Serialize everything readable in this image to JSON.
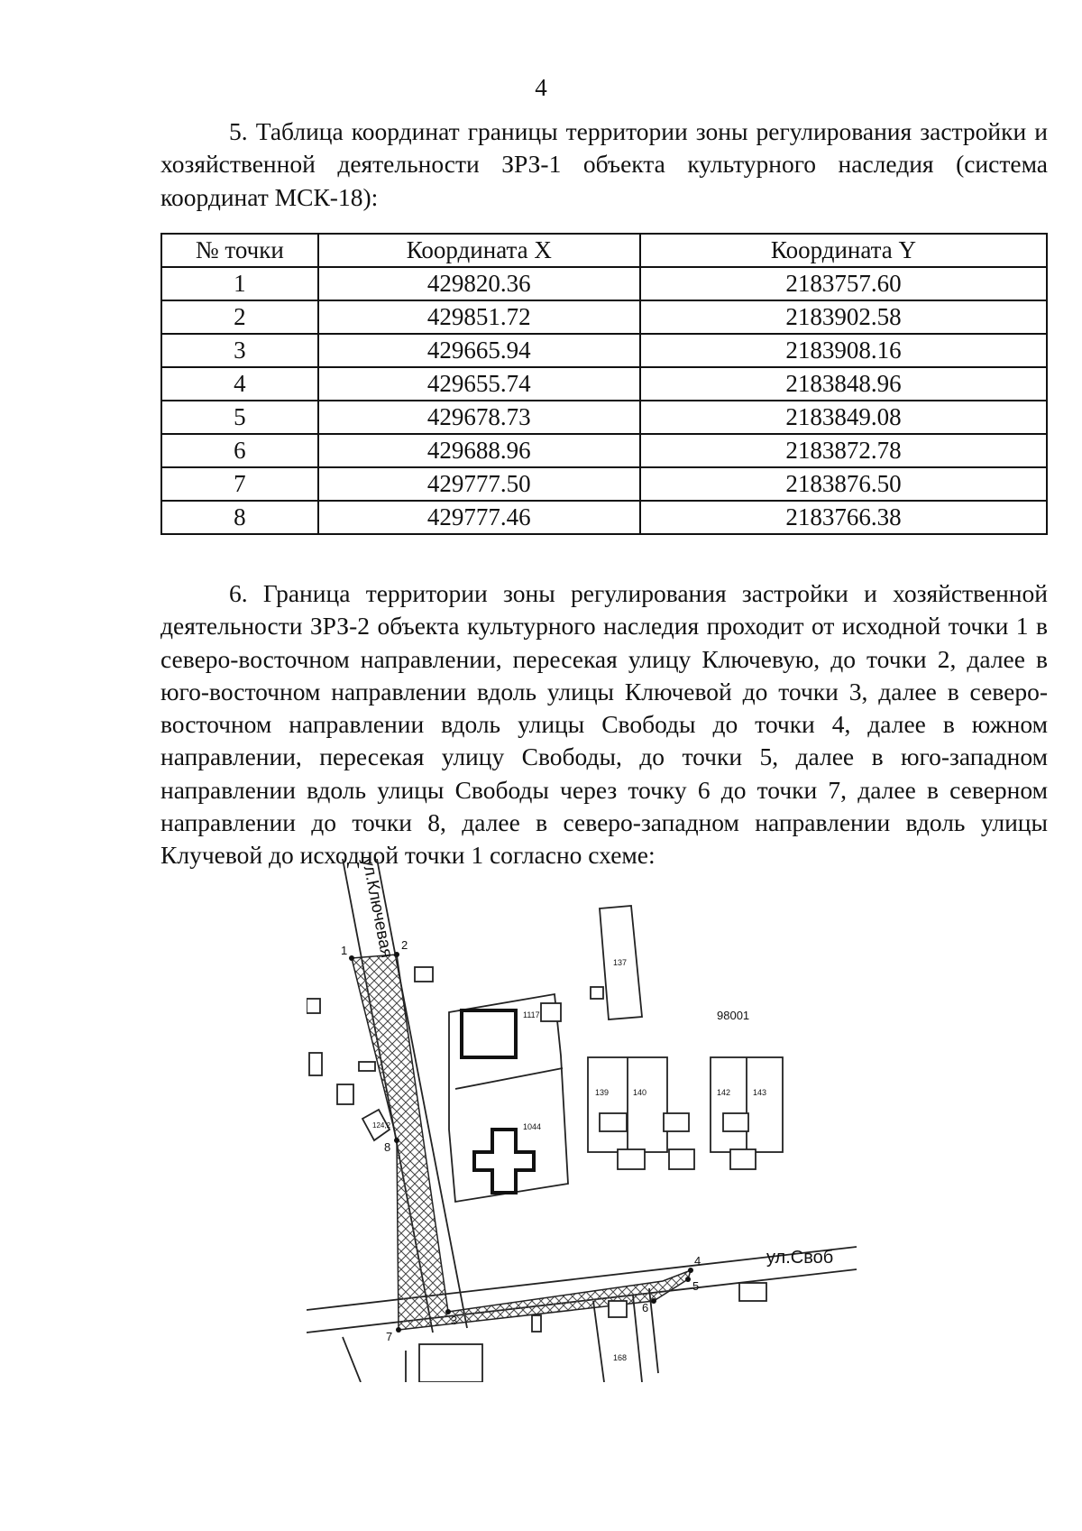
{
  "page_number": "4",
  "section5": {
    "text": "5. Таблица координат границы территории зоны регулирования застройки и хозяйственной деятельности ЗРЗ-1 объекта культурного наследия (система координат МСК-18):"
  },
  "table": {
    "headers": [
      "№ точки",
      "Координата X",
      "Координата Y"
    ],
    "rows": [
      [
        "1",
        "429820.36",
        "2183757.60"
      ],
      [
        "2",
        "429851.72",
        "2183902.58"
      ],
      [
        "3",
        "429665.94",
        "2183908.16"
      ],
      [
        "4",
        "429655.74",
        "2183848.96"
      ],
      [
        "5",
        "429678.73",
        "2183849.08"
      ],
      [
        "6",
        "429688.96",
        "2183872.78"
      ],
      [
        "7",
        "429777.50",
        "2183876.50"
      ],
      [
        "8",
        "429777.46",
        "2183766.38"
      ]
    ]
  },
  "section6": {
    "text": "6. Граница территории зоны регулирования застройки и хозяйственной деятельности ЗРЗ-2 объекта культурного наследия проходит от исходной точки 1 в северо-восточном направлении, пересекая улицу Ключевую, до точки 2, далее в юго-восточном направлении вдоль улицы Ключевой до точки 3, далее в северо-восточном направлении вдоль улицы Свободы до точки 4, далее в южном направлении, пересекая улицу Свободы, до точки 5, далее в юго-западном направлении вдоль улицы Свободы через точку 6 до точки 7, далее в северном направлении до точки 8, далее в северо-западном направлении вдоль улицы Клучевой до исходной точки 1 согласно схеме:"
  },
  "scheme": {
    "street_klyuchevaya": "ул.Ключевая",
    "street_svobody": "ул.Своб",
    "block_number": "98001",
    "point_labels": [
      "1",
      "2",
      "3",
      "4",
      "5",
      "6",
      "7",
      "8"
    ],
    "building_numbers": [
      "137",
      "1117",
      "1044",
      "139",
      "140",
      "142",
      "143",
      "124,2",
      "168"
    ]
  }
}
